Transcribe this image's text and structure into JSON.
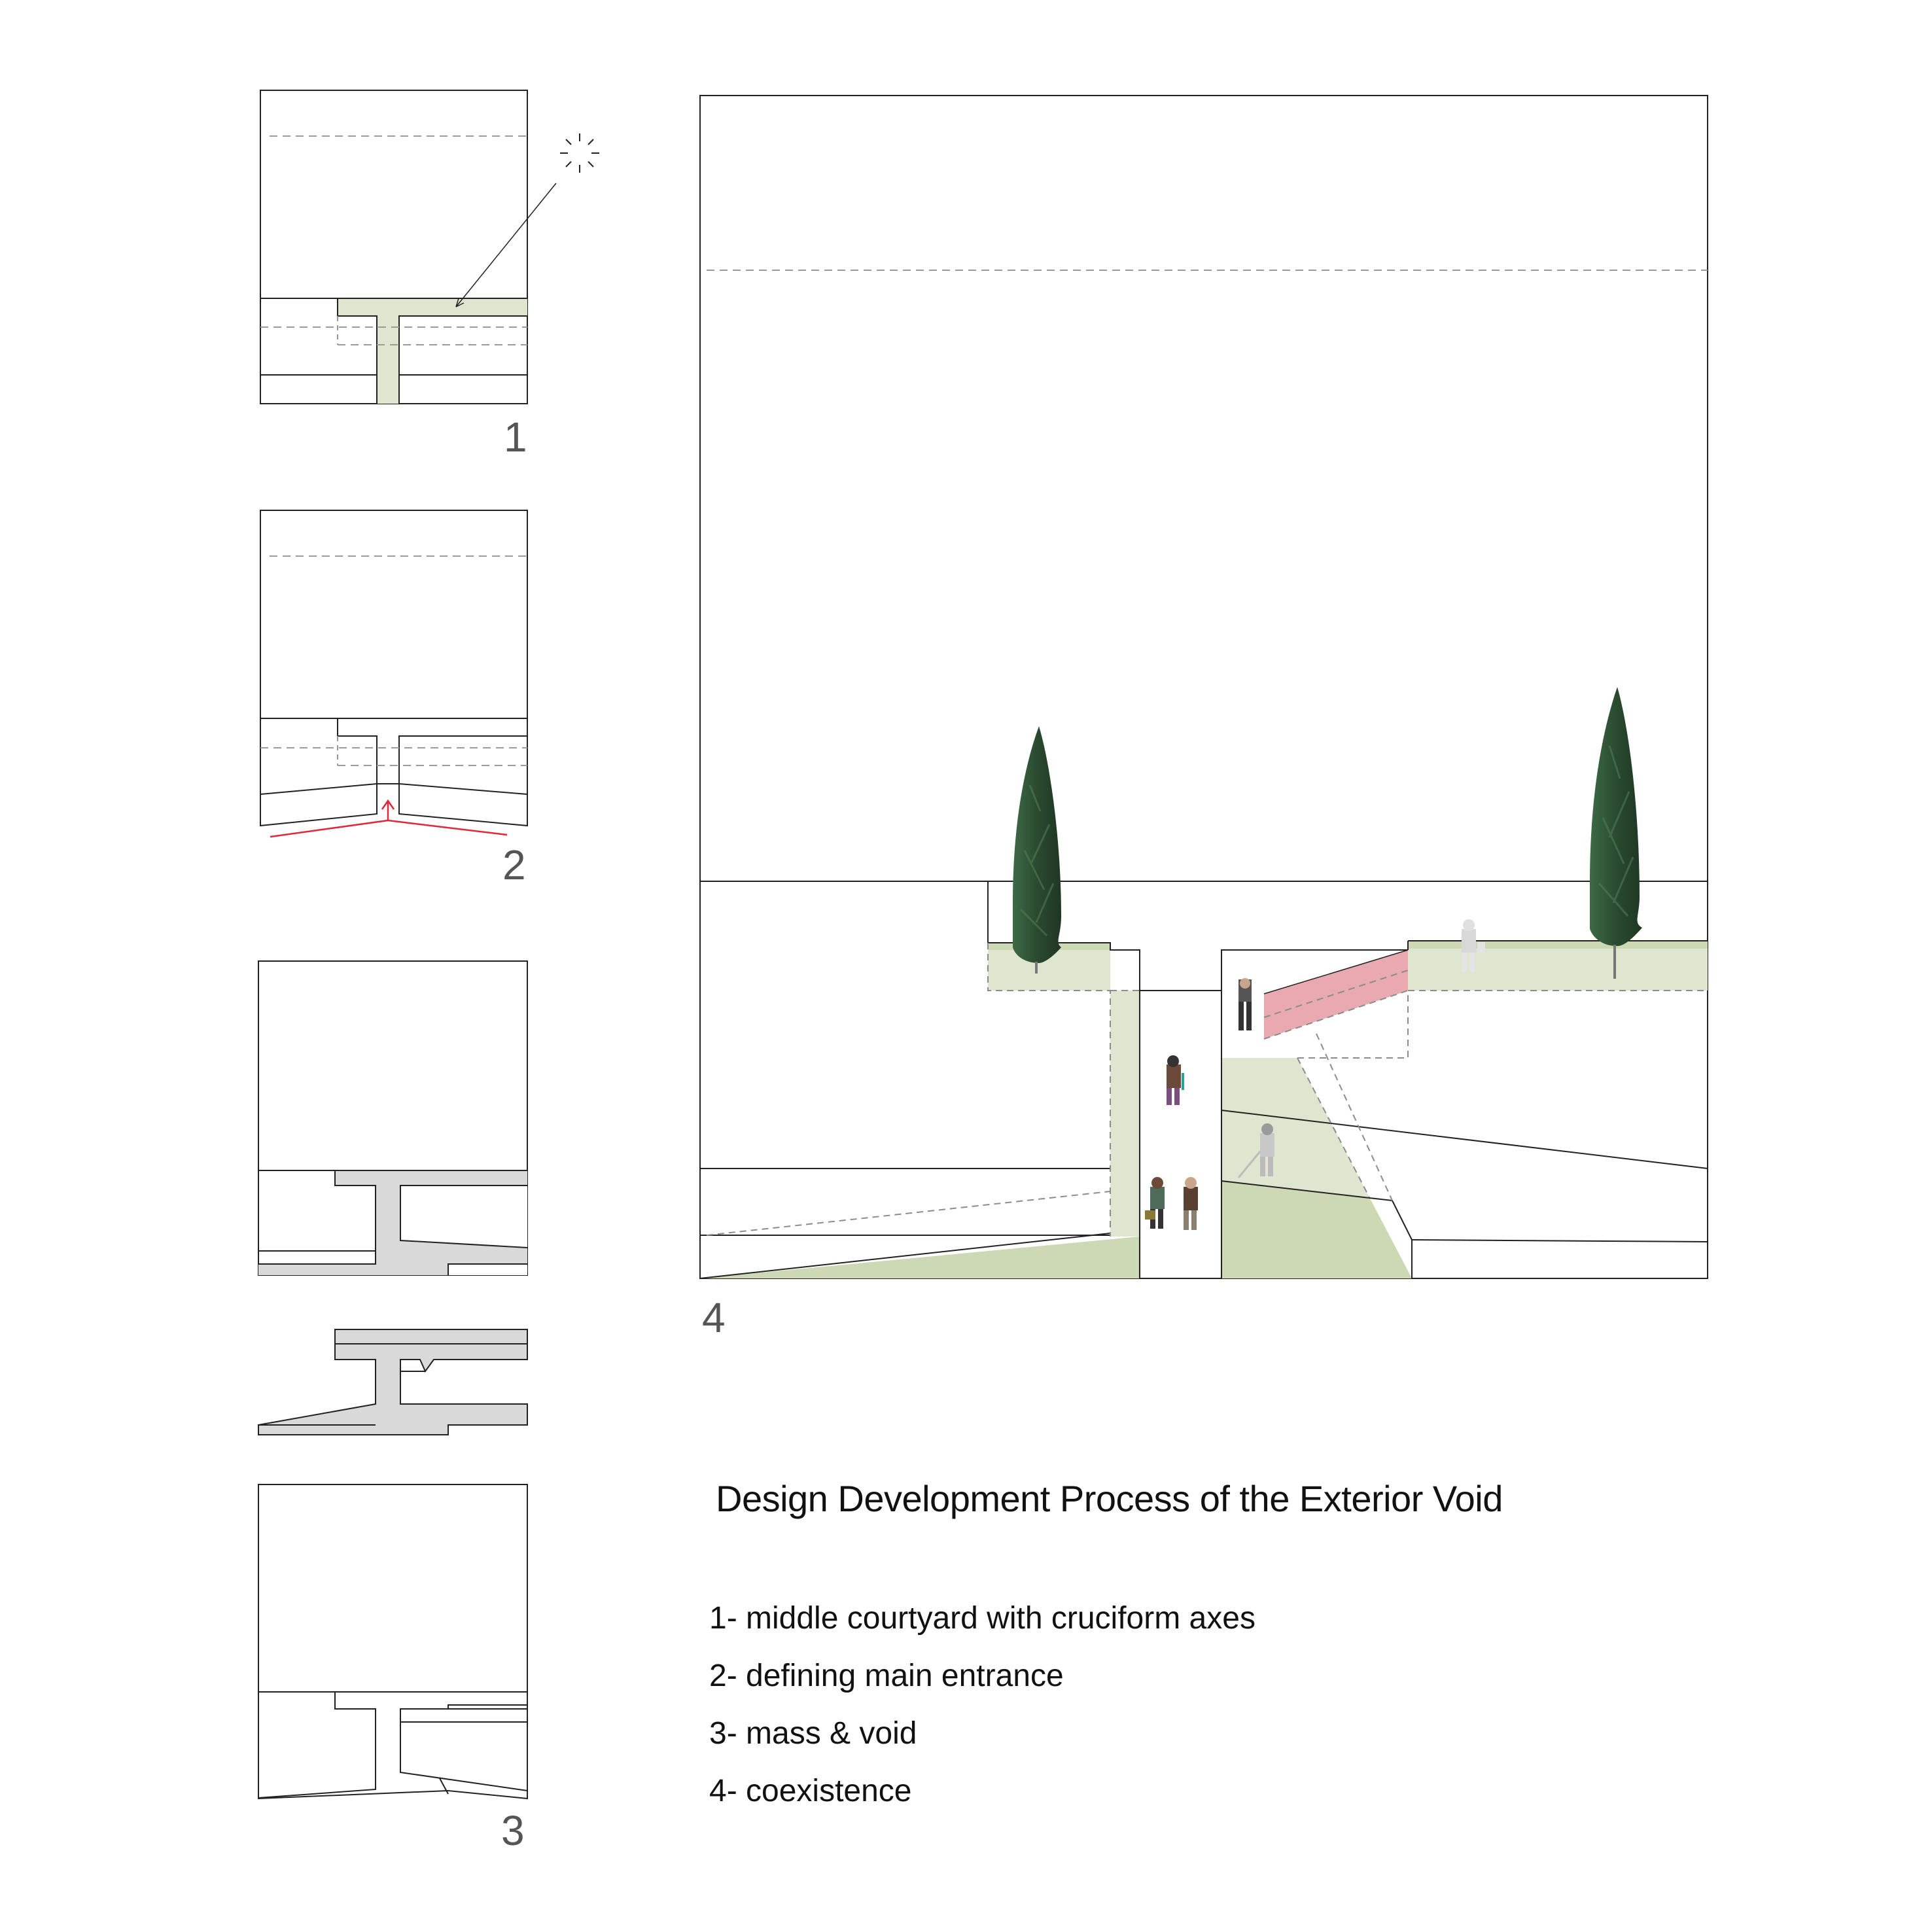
{
  "labels": {
    "step1": "1",
    "step2": "2",
    "step3": "3",
    "step4": "4"
  },
  "caption": {
    "title": "Design Development Process of the Exterior Void",
    "items": [
      "1- middle courtyard with cruciform axes",
      "2- defining main entrance",
      "3- mass & void",
      "4- coexistence"
    ]
  },
  "colors": {
    "outline": "#222222",
    "dash": "#9a9a9a",
    "courtyard_green": "#dfe6d0",
    "ground_green": "#cdd8b4",
    "mass_gray": "#d9d9d9",
    "entrance_red": "#e0283a",
    "bridge_pink": "#e8a9b0",
    "cypress": "#2f4f34",
    "number_gray": "#555555"
  },
  "icons": {
    "sun": "sun-icon",
    "tree": "cypress-tree-icon",
    "person": "person-figure-icon"
  }
}
